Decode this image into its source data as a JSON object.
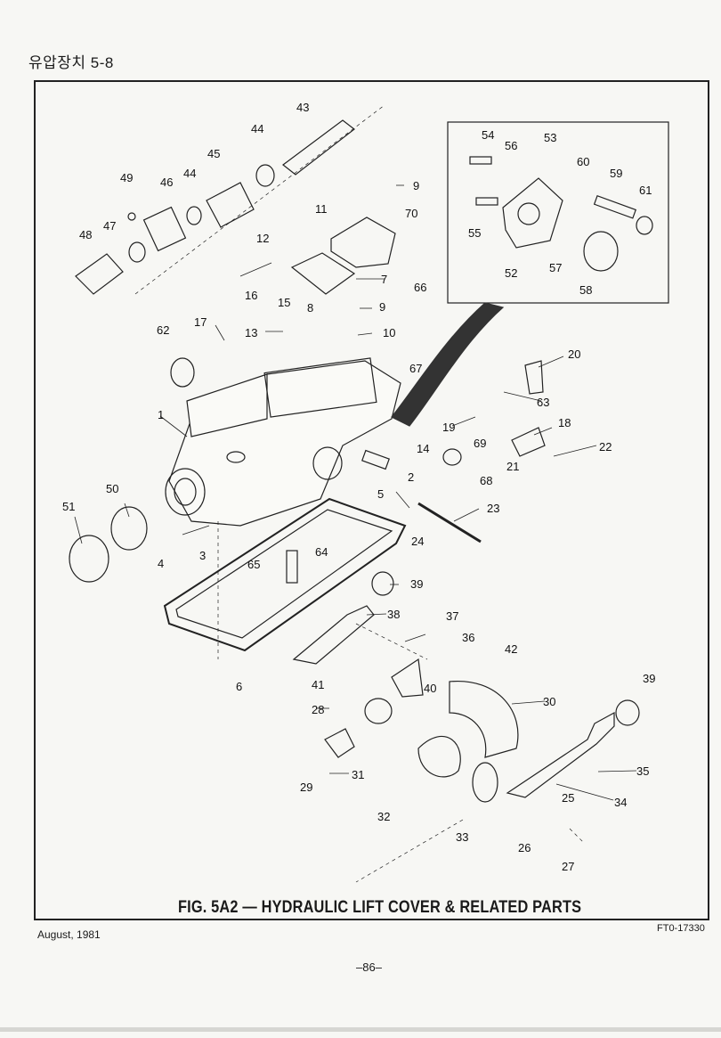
{
  "page": {
    "header": "유압장치 5-8",
    "caption": "FIG. 5A2 — HYDRAULIC LIFT COVER & RELATED PARTS",
    "date": "August, 1981",
    "code": "FT0-17330",
    "page_number": "–86–"
  },
  "diagram": {
    "part_numbers": [
      "1",
      "2",
      "3",
      "4",
      "5",
      "6",
      "7",
      "8",
      "9",
      "9",
      "10",
      "11",
      "12",
      "13",
      "14",
      "15",
      "16",
      "17",
      "18",
      "19",
      "20",
      "21",
      "22",
      "23",
      "24",
      "25",
      "26",
      "27",
      "28",
      "29",
      "30",
      "31",
      "32",
      "33",
      "34",
      "35",
      "36",
      "37",
      "38",
      "39",
      "39",
      "40",
      "41",
      "42",
      "43",
      "44",
      "44",
      "45",
      "46",
      "47",
      "48",
      "49",
      "50",
      "51",
      "52",
      "53",
      "54",
      "55",
      "56",
      "57",
      "58",
      "59",
      "60",
      "61",
      "62",
      "63",
      "64",
      "65",
      "66",
      "67",
      "68",
      "69",
      "70"
    ]
  }
}
